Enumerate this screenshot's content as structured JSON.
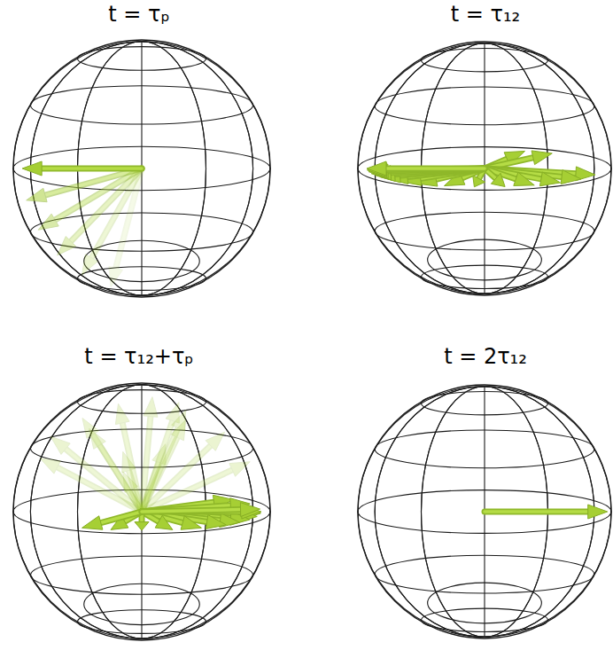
{
  "diagram": {
    "labels": [
      "t = τₚ",
      "t = τ₁₂",
      "t = τ₁₂+τₚ",
      "t = 2τ₁₂"
    ]
  }
}
